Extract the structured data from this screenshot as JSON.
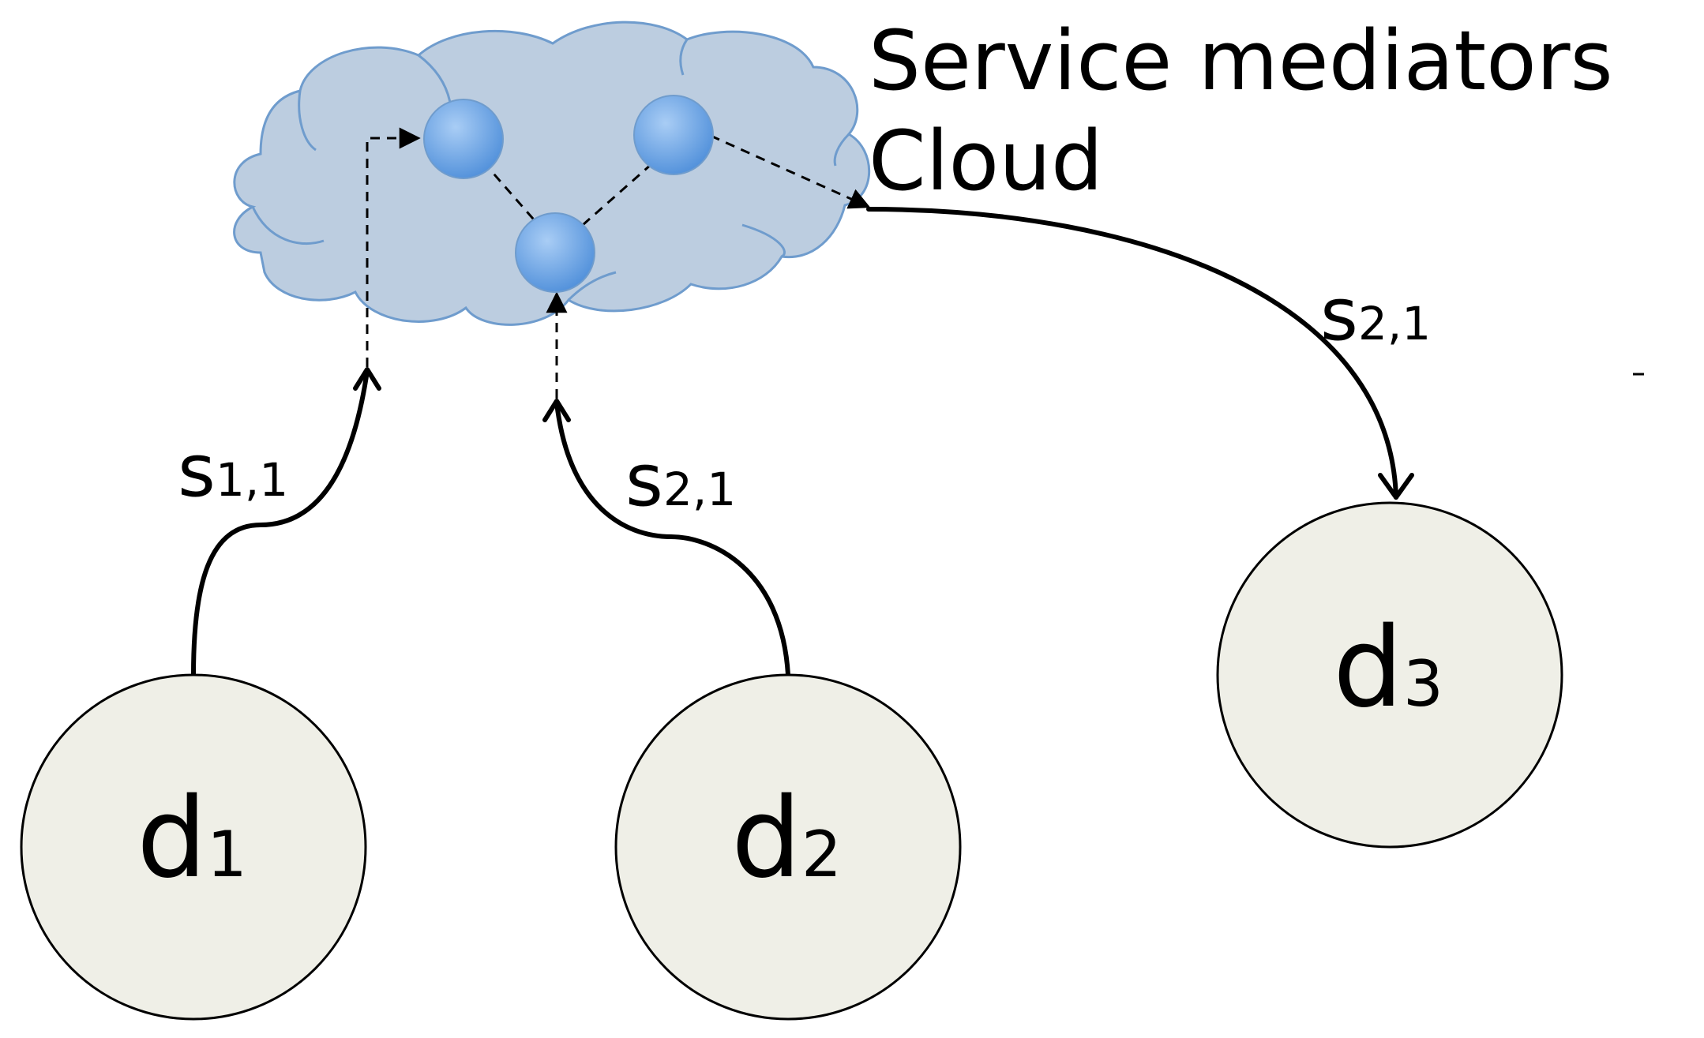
{
  "cloud_label": {
    "line1": "Service mediators",
    "line2": "Cloud"
  },
  "devices": [
    {
      "base": "d",
      "sub": "1"
    },
    {
      "base": "d",
      "sub": "2"
    },
    {
      "base": "d",
      "sub": "3"
    }
  ],
  "service_labels": [
    {
      "base": "s",
      "sub": "1,1"
    },
    {
      "base": "s",
      "sub": "2,1"
    },
    {
      "base": "s",
      "sub": "2,1"
    }
  ],
  "colors": {
    "cloud_fill": "#bccde0",
    "cloud_stroke": "#6f9ccd",
    "device_fill": "#efefe7",
    "mediator_node": "#5c9be0",
    "line": "#000000"
  }
}
